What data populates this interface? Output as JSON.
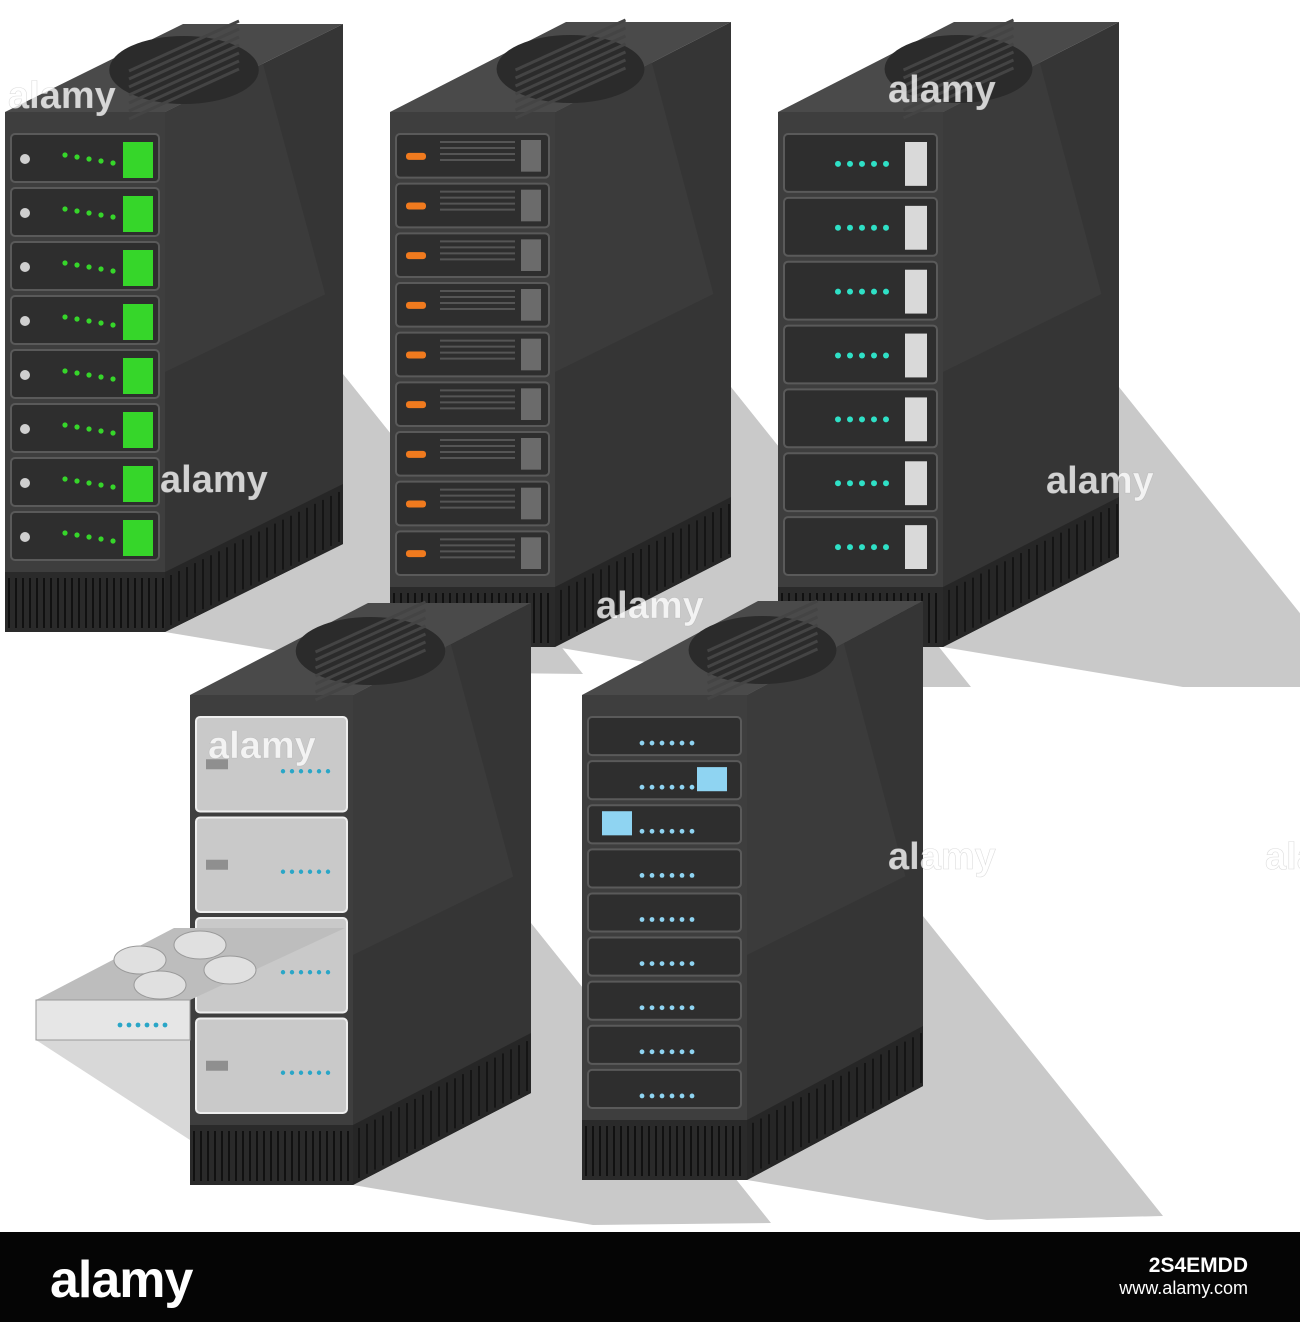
{
  "watermark": "alamy",
  "footer": {
    "logo": "alamy",
    "image_id": "2S4EMDD",
    "url": "www.alamy.com"
  },
  "colors": {
    "background": "#ffffff",
    "shadow": "#c9c9c9",
    "cabinet_front": "#3e3e3e",
    "cabinet_side": "#353535",
    "cabinet_top": "#4a4a4a",
    "footer_bar": "#050505",
    "led_green": "#36d62a",
    "led_cyan": "#2fe0c6",
    "led_orange": "#f07a1e",
    "led_blue": "#8fd4f2"
  },
  "servers": [
    {
      "name": "server-rack-green-display",
      "unit_count": 8,
      "unit_style": "green-display"
    },
    {
      "name": "server-rack-orange-leds",
      "unit_count": 9,
      "unit_style": "orange-leds"
    },
    {
      "name": "server-rack-cyan-leds",
      "unit_count": 7,
      "unit_style": "cyan-leds"
    },
    {
      "name": "server-rack-open-drawer",
      "unit_count": 4,
      "unit_style": "gray-units",
      "drawer": "open"
    },
    {
      "name": "server-rack-blue-display",
      "unit_count": 9,
      "unit_style": "blue-display"
    }
  ]
}
